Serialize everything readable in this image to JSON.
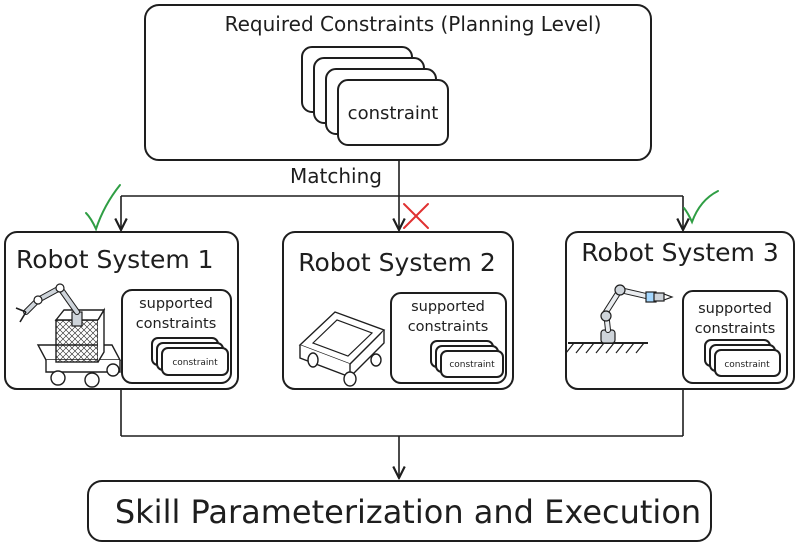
{
  "required": {
    "title": "Required Constraints (Planning Level)",
    "card_label": "constraint"
  },
  "matching_label": "Matching",
  "robots": [
    {
      "title": "Robot System 1",
      "supported_line1": "supported",
      "supported_line2": "constraints",
      "card_label": "constraint",
      "match": "check"
    },
    {
      "title": "Robot System 2",
      "supported_line1": "supported",
      "supported_line2": "constraints",
      "card_label": "constraint",
      "match": "cross"
    },
    {
      "title": "Robot System 3",
      "supported_line1": "supported",
      "supported_line2": "constraints",
      "card_label": "constraint",
      "match": "check"
    }
  ],
  "execution": {
    "label": "Skill Parameterization and Execution"
  },
  "colors": {
    "check": "#2f9e44",
    "cross": "#e03131",
    "stroke": "#1e1e1e",
    "robot_gray": "#ced4da",
    "robot_accent": "#a5d8ff"
  },
  "icons": [
    "check-icon",
    "cross-icon",
    "mobile-manipulator-icon",
    "mobile-base-icon",
    "robot-arm-icon"
  ]
}
